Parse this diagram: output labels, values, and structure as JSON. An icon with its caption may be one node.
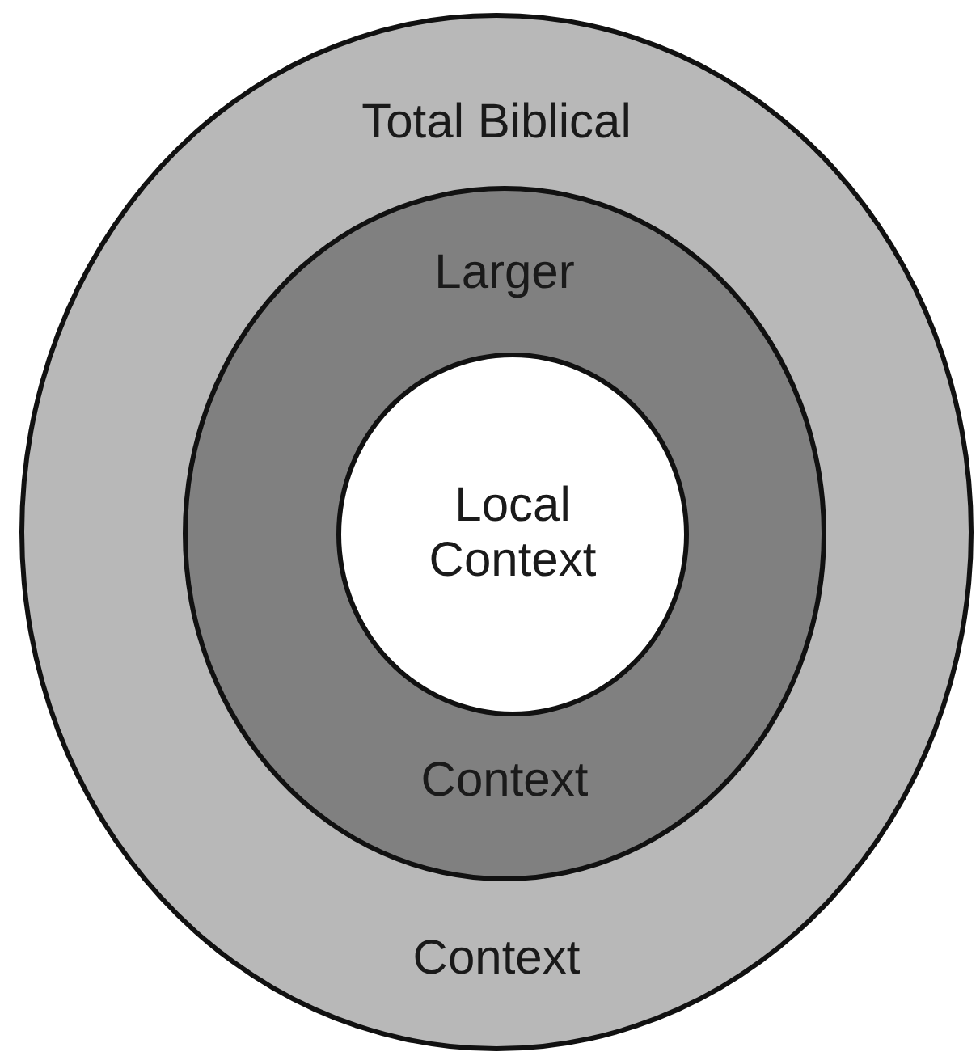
{
  "diagram": {
    "nodes": [
      {
        "text": [
          "Total Biblical",
          "Context"
        ]
      },
      {
        "text": [
          "Larger",
          "Context"
        ],
        "in": 0
      },
      {
        "text": [
          "Local Context"
        ],
        "in": 1
      }
    ]
  }
}
